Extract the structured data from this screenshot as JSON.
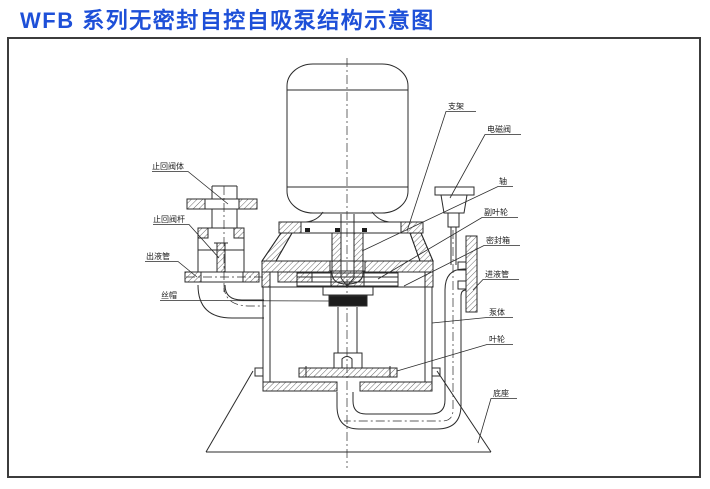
{
  "title": {
    "text": "WFB 系列无密封自控自吸泵结构示意图",
    "color": "#1e50d8"
  },
  "diagram": {
    "type": "technical-cross-section",
    "subject": "WFB series seal-less self-controlled self-priming pump structure diagram",
    "background": "#ffffff",
    "line_color": "#2b2b2b",
    "frame_color": "#3c3c3c",
    "part_labels": [
      {
        "id": "check-valve-body",
        "text": "止回阀体"
      },
      {
        "id": "check-valve-stem",
        "text": "止回阀杆"
      },
      {
        "id": "outlet-pipe",
        "text": "出液管"
      },
      {
        "id": "lock-nut",
        "text": "丝帽"
      },
      {
        "id": "bracket",
        "text": "支架"
      },
      {
        "id": "solenoid-valve",
        "text": "电磁阀"
      },
      {
        "id": "shaft",
        "text": "轴"
      },
      {
        "id": "auxiliary-impeller",
        "text": "副叶轮"
      },
      {
        "id": "seal-box",
        "text": "密封箱"
      },
      {
        "id": "inlet-pipe",
        "text": "进液管"
      },
      {
        "id": "pump-body",
        "text": "泵体"
      },
      {
        "id": "impeller",
        "text": "叶轮"
      },
      {
        "id": "base",
        "text": "底座"
      }
    ]
  }
}
